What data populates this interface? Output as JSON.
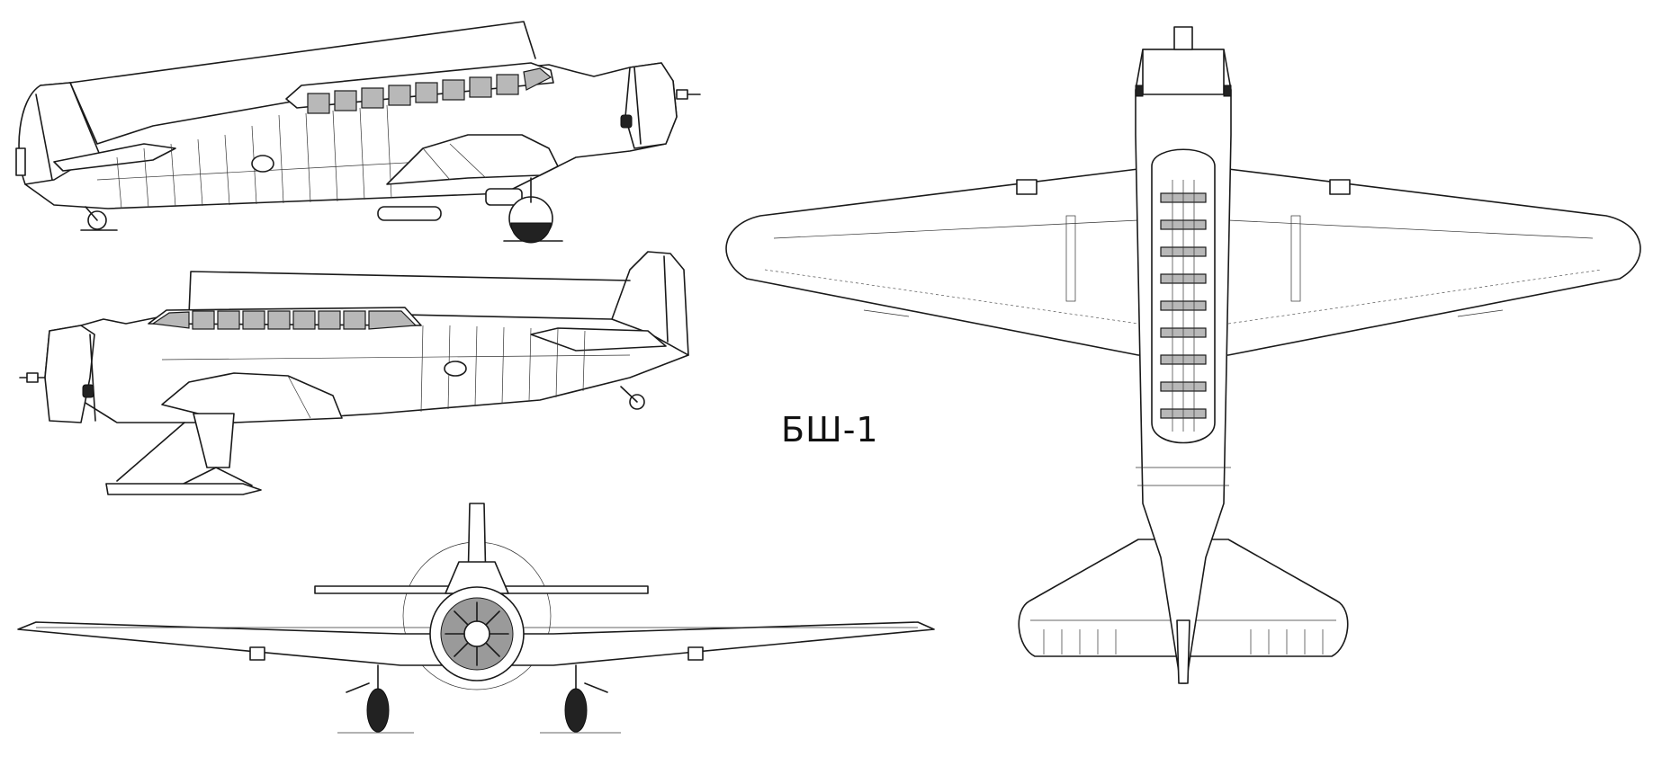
{
  "drawing": {
    "title": "БШ-1",
    "views": [
      "side-view-upper",
      "side-view-lower-ski",
      "front-view",
      "top-view"
    ],
    "colors": {
      "line": "#1a1a1a",
      "glass": "#b8b8b8",
      "background": "#ffffff"
    }
  }
}
